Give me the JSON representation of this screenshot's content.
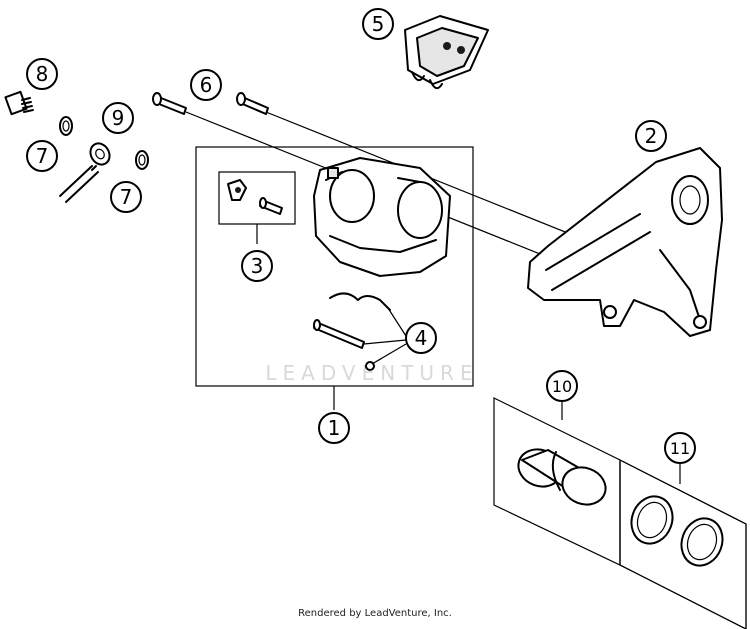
{
  "watermark": "LEADVENTURE",
  "credit": "Rendered by LeadVenture, Inc.",
  "callouts": [
    "1",
    "2",
    "3",
    "4",
    "5",
    "6",
    "7",
    "7",
    "8",
    "9",
    "10",
    "11"
  ],
  "icons": [
    "caliper-body-icon",
    "caliper-bracket-icon",
    "bleeder-kit-icon",
    "pin-kit-icon",
    "brake-pads-icon",
    "slide-pin-icon",
    "washer-icon",
    "bleeder-screw-icon",
    "banjo-hose-icon",
    "piston-kit-icon",
    "seal-kit-icon"
  ]
}
